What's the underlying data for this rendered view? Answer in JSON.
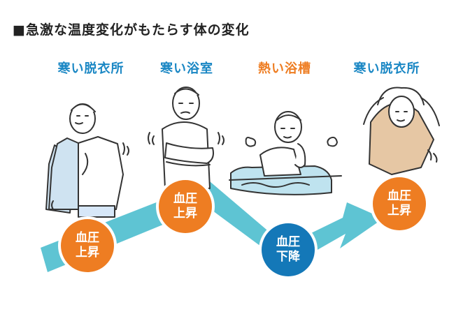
{
  "title": "■急激な温度変化がもたらす体の変化",
  "stages": [
    {
      "label": "寒い脱衣所",
      "color": "#1a87c4"
    },
    {
      "label": "寒い浴室",
      "color": "#1a87c4"
    },
    {
      "label": "熱い浴槽",
      "color": "#ee7d22"
    },
    {
      "label": "寒い脱衣所",
      "color": "#1a87c4"
    }
  ],
  "badges": [
    {
      "line1": "血圧",
      "line2": "上昇",
      "color": "#ee7d22"
    },
    {
      "line1": "血圧",
      "line2": "上昇",
      "color": "#ee7d22"
    },
    {
      "line1": "血圧",
      "line2": "下降",
      "color": "#1478b8"
    },
    {
      "line1": "血圧",
      "line2": "上昇",
      "color": "#ee7d22"
    }
  ],
  "colors": {
    "arrow": "#5ec4d3",
    "line": "#333333"
  }
}
